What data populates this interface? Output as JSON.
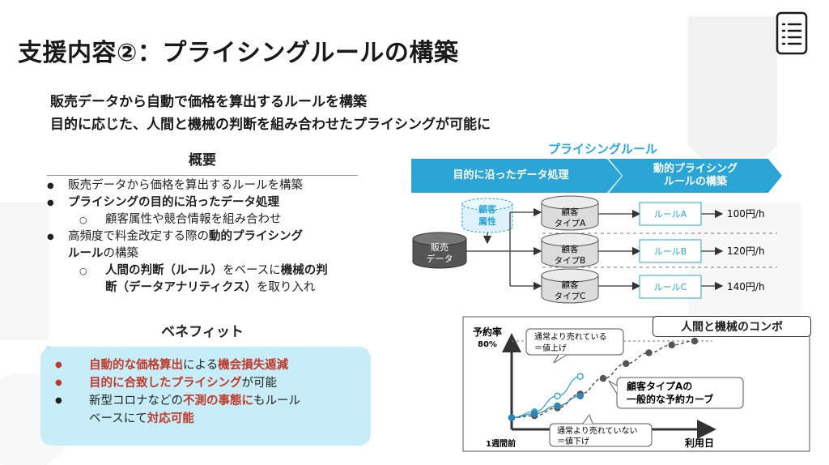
{
  "page": {
    "title": "支援内容②：プライシングルールの構築",
    "lead": [
      "販売データから自動で価格を算出するルールを構築",
      "目的に応じた、人間と機械の判断を組み合わせたプライシングが可能に"
    ]
  },
  "overview": {
    "heading": "概要",
    "item1": "販売データから価格を算出するルールを構築",
    "item2": "プライシングの目的に沿ったデータ処理",
    "item2_sub": "顧客属性や競合情報を組み合わせ",
    "item3_a": "高頻度で料金改定する際の",
    "item3_b": "動的プライシング",
    "item3_c": "ルール",
    "item3_d": "の構築",
    "item3_sub_a": "人間の判断（ルール）",
    "item3_sub_b": "をベースに",
    "item3_sub_c": "機械の判",
    "item3_sub_d": "断（データアナリティクス）",
    "item3_sub_e": "を取り入れ"
  },
  "benefits": {
    "heading": "ベネフィット",
    "b1_a": "自動的な価格算出",
    "b1_b": "による",
    "b1_c": "機会損失遁減",
    "b2_a": "目的に合致したプライシング",
    "b2_b": "が可能",
    "b3_a": "新型コロナなどの",
    "b3_b": "不測の事態に",
    "b3_c": "もルール",
    "b3_d": "ベースにて",
    "b3_e": "対応可能"
  },
  "diagram": {
    "title": "プライシングルール",
    "step1": "目的に沿ったデータ処理",
    "step2_l1": "動的プライシング",
    "step2_l2": "ルールの構築",
    "source_l1": "販売",
    "source_l2": "データ",
    "attr_l1": "顧客",
    "attr_l2": "属性",
    "types": [
      {
        "l1": "顧客",
        "l2": "タイプA",
        "rule": "ルールA",
        "price": "100円/h"
      },
      {
        "l1": "顧客",
        "l2": "タイプB",
        "rule": "ルールB",
        "price": "120円/h"
      },
      {
        "l1": "顧客",
        "l2": "タイプC",
        "rule": "ルールC",
        "price": "140円/h"
      }
    ]
  },
  "chart": {
    "combo_label": "人間と機械のコンボ",
    "y_label": "予約率",
    "y_tick": "80%",
    "x_start": "1週間前",
    "x_end": "利用日",
    "callout_up_l1": "通常より売れている",
    "callout_up_l2": "＝値上げ",
    "callout_down_l1": "通常より売れていない",
    "callout_down_l2": "＝値下げ",
    "curve_label_l1": "顧客タイプAの",
    "curve_label_l2": "一般的な予約カーブ"
  },
  "chart_data": {
    "type": "line",
    "ylabel": "予約率",
    "xlabel": "利用日",
    "x": [
      "1週間前",
      "",
      "",
      "",
      "",
      "",
      "",
      "",
      "利用日"
    ],
    "series": [
      {
        "values": [
          0.02,
          0.04,
          0.12,
          0.26,
          0.42,
          0.57,
          0.68,
          0.76,
          0.8
        ]
      },
      {
        "values": [
          0.02,
          0.08,
          0.24,
          0.44
        ]
      },
      {
        "values": [
          0.02,
          0.06,
          0.14,
          0.24
        ]
      }
    ],
    "y_ticks": [
      "80%"
    ],
    "colors": {
      "normal": "#555555",
      "upper": "#3aa9cf",
      "lower": "#2e86b5"
    }
  },
  "colors": {
    "accent": "#2aa5d6",
    "highlight": "#c0392b",
    "box": "#c7eef8"
  }
}
